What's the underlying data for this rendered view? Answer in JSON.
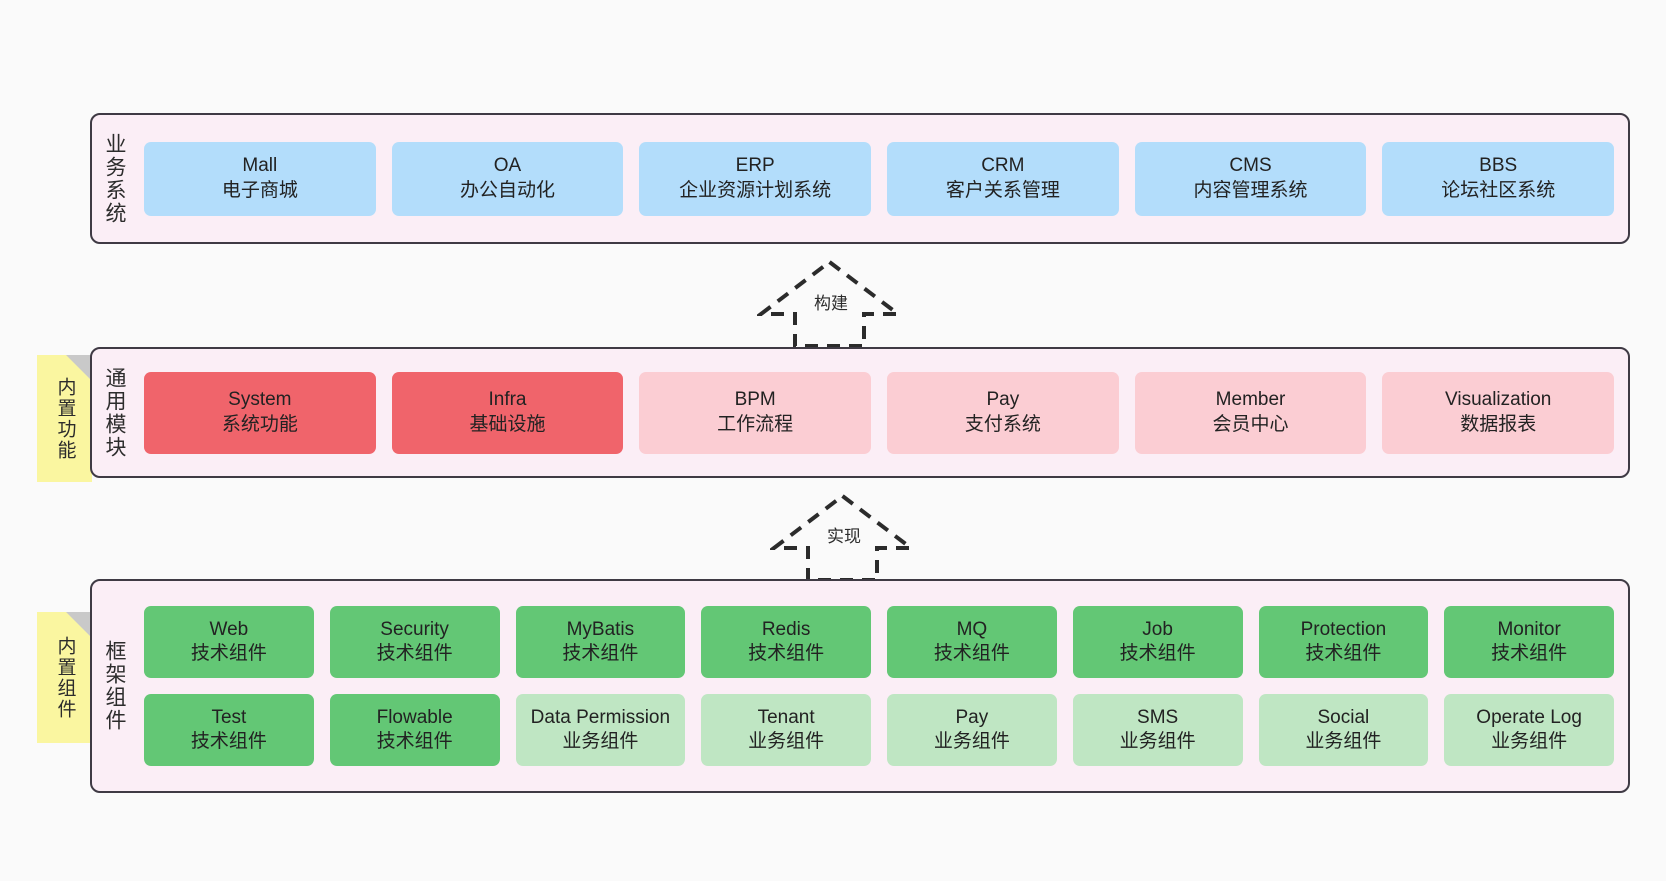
{
  "diagram": {
    "background_color": "#fafafa",
    "band_fill": "#fbeef6",
    "band_border": "#3f3a44",
    "note_fill": "#faf6a0",
    "note_fold": "#c9c9c9"
  },
  "notes": [
    {
      "id": "functions",
      "label": "内置功能"
    },
    {
      "id": "components",
      "label": "内置组件"
    }
  ],
  "connectors": [
    {
      "id": "build",
      "label": "构建",
      "style": "dashed-hollow-arrow-up"
    },
    {
      "id": "impl",
      "label": "实现",
      "style": "dashed-hollow-arrow-up"
    }
  ],
  "layers": [
    {
      "id": "business-systems",
      "title": "业务系统",
      "color": "#b3ddfb",
      "rows": [
        [
          {
            "name": "Mall",
            "desc": "电子商城",
            "color": "#b3ddfb"
          },
          {
            "name": "OA",
            "desc": "办公自动化",
            "color": "#b3ddfb"
          },
          {
            "name": "ERP",
            "desc": "企业资源计划系统",
            "color": "#b3ddfb"
          },
          {
            "name": "CRM",
            "desc": "客户关系管理",
            "color": "#b3ddfb"
          },
          {
            "name": "CMS",
            "desc": "内容管理系统",
            "color": "#b3ddfb"
          },
          {
            "name": "BBS",
            "desc": "论坛社区系统",
            "color": "#b3ddfb"
          }
        ]
      ]
    },
    {
      "id": "common-modules",
      "title": "通用模块",
      "color": "#fbcdd3",
      "rows": [
        [
          {
            "name": "System",
            "desc": "系统功能",
            "color": "#f0646b"
          },
          {
            "name": "Infra",
            "desc": "基础设施",
            "color": "#f0646b"
          },
          {
            "name": "BPM",
            "desc": "工作流程",
            "color": "#fbcdd3"
          },
          {
            "name": "Pay",
            "desc": "支付系统",
            "color": "#fbcdd3"
          },
          {
            "name": "Member",
            "desc": "会员中心",
            "color": "#fbcdd3"
          },
          {
            "name": "Visualization",
            "desc": "数据报表",
            "color": "#fbcdd3"
          }
        ]
      ]
    },
    {
      "id": "framework-components",
      "title": "框架组件",
      "color": "#63c775",
      "rows": [
        [
          {
            "name": "Web",
            "desc": "技术组件",
            "color": "#63c775"
          },
          {
            "name": "Security",
            "desc": "技术组件",
            "color": "#63c775"
          },
          {
            "name": "MyBatis",
            "desc": "技术组件",
            "color": "#63c775"
          },
          {
            "name": "Redis",
            "desc": "技术组件",
            "color": "#63c775"
          },
          {
            "name": "MQ",
            "desc": "技术组件",
            "color": "#63c775"
          },
          {
            "name": "Job",
            "desc": "技术组件",
            "color": "#63c775"
          },
          {
            "name": "Protection",
            "desc": "技术组件",
            "color": "#63c775"
          },
          {
            "name": "Monitor",
            "desc": "技术组件",
            "color": "#63c775"
          }
        ],
        [
          {
            "name": "Test",
            "desc": "技术组件",
            "color": "#63c775"
          },
          {
            "name": "Flowable",
            "desc": "技术组件",
            "color": "#63c775"
          },
          {
            "name": "Data Permission",
            "desc": "业务组件",
            "color": "#bfe6c3"
          },
          {
            "name": "Tenant",
            "desc": "业务组件",
            "color": "#bfe6c3"
          },
          {
            "name": "Pay",
            "desc": "业务组件",
            "color": "#bfe6c3"
          },
          {
            "name": "SMS",
            "desc": "业务组件",
            "color": "#bfe6c3"
          },
          {
            "name": "Social",
            "desc": "业务组件",
            "color": "#bfe6c3"
          },
          {
            "name": "Operate Log",
            "desc": "业务组件",
            "color": "#bfe6c3"
          }
        ]
      ]
    }
  ]
}
